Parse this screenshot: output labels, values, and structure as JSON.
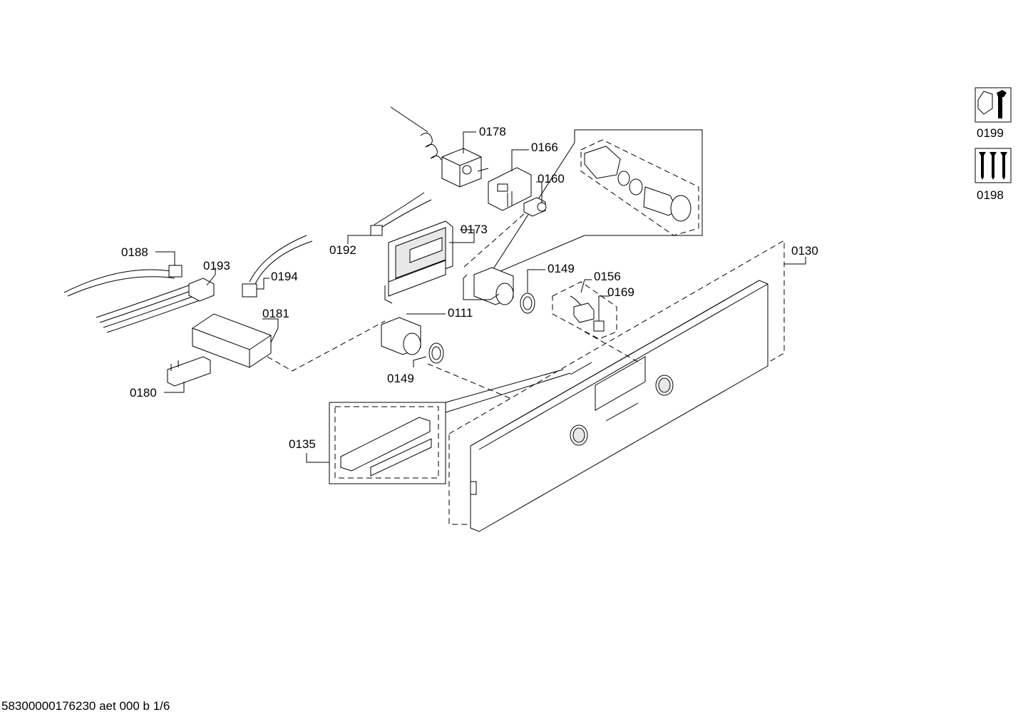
{
  "footer_text": "58300000176230 aet 000 b 1/6",
  "legend": [
    {
      "id": "0199",
      "icon": "wrench-nut-icon"
    },
    {
      "id": "0198",
      "icon": "screws-icon"
    }
  ],
  "labels": {
    "p0178": "0178",
    "p0166": "0166",
    "p0160": "0160",
    "p0173": "0173",
    "p0192": "0192",
    "p0188": "0188",
    "p0193": "0193",
    "p0194": "0194",
    "p0181": "0181",
    "p0180": "0180",
    "p0111": "0111",
    "p0149a": "0149",
    "p0149b": "0149",
    "p0156": "0156",
    "p0169": "0169",
    "p0130": "0130",
    "p0135": "0135"
  }
}
